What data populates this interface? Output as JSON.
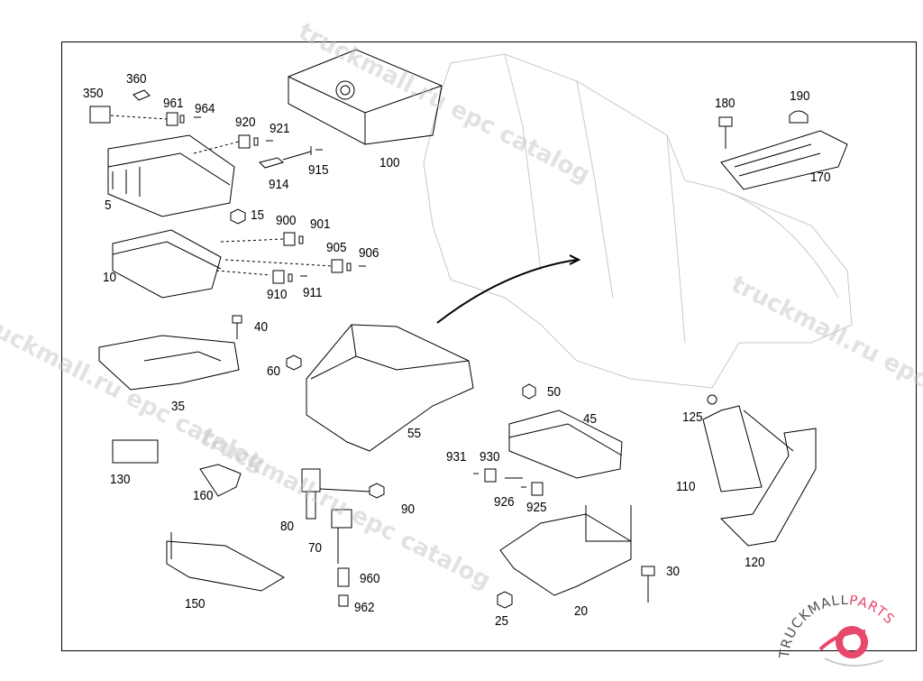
{
  "diagram": {
    "watermark_text": "truckmall.ru epc catalog",
    "logo": {
      "text_part1": "TRUCKMALL",
      "text_part2": "PARTS",
      "accent_color": "#e8486c"
    },
    "part_labels": [
      {
        "id": "350",
        "text": "350"
      },
      {
        "id": "360",
        "text": "360"
      },
      {
        "id": "961",
        "text": "961"
      },
      {
        "id": "964",
        "text": "964"
      },
      {
        "id": "920",
        "text": "920"
      },
      {
        "id": "921",
        "text": "921"
      },
      {
        "id": "915",
        "text": "915"
      },
      {
        "id": "914",
        "text": "914"
      },
      {
        "id": "5",
        "text": "5"
      },
      {
        "id": "15",
        "text": "15"
      },
      {
        "id": "900",
        "text": "900"
      },
      {
        "id": "901",
        "text": "901"
      },
      {
        "id": "905",
        "text": "905"
      },
      {
        "id": "906",
        "text": "906"
      },
      {
        "id": "10",
        "text": "10"
      },
      {
        "id": "910",
        "text": "910"
      },
      {
        "id": "911",
        "text": "911"
      },
      {
        "id": "100",
        "text": "100"
      },
      {
        "id": "180",
        "text": "180"
      },
      {
        "id": "190",
        "text": "190"
      },
      {
        "id": "170",
        "text": "170"
      },
      {
        "id": "40",
        "text": "40"
      },
      {
        "id": "60",
        "text": "60"
      },
      {
        "id": "35",
        "text": "35"
      },
      {
        "id": "55",
        "text": "55"
      },
      {
        "id": "50",
        "text": "50"
      },
      {
        "id": "45",
        "text": "45"
      },
      {
        "id": "931",
        "text": "931"
      },
      {
        "id": "930",
        "text": "930"
      },
      {
        "id": "926",
        "text": "926"
      },
      {
        "id": "925",
        "text": "925"
      },
      {
        "id": "125",
        "text": "125"
      },
      {
        "id": "110",
        "text": "110"
      },
      {
        "id": "120",
        "text": "120"
      },
      {
        "id": "130",
        "text": "130"
      },
      {
        "id": "160",
        "text": "160"
      },
      {
        "id": "90",
        "text": "90"
      },
      {
        "id": "80",
        "text": "80"
      },
      {
        "id": "70",
        "text": "70"
      },
      {
        "id": "960",
        "text": "960"
      },
      {
        "id": "962",
        "text": "962"
      },
      {
        "id": "150",
        "text": "150"
      },
      {
        "id": "30",
        "text": "30"
      },
      {
        "id": "25",
        "text": "25"
      },
      {
        "id": "20",
        "text": "20"
      }
    ]
  }
}
